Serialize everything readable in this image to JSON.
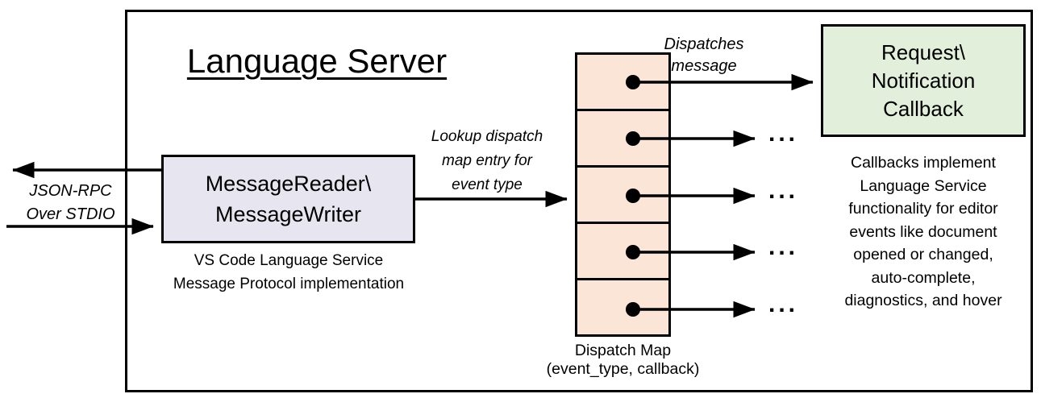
{
  "title": "Language Server",
  "io_label": {
    "lines": [
      "JSON-RPC",
      "Over STDIO"
    ]
  },
  "message_box": {
    "lines": [
      "MessageReader\\",
      "MessageWriter"
    ],
    "caption_lines": [
      "VS Code Language Service",
      "Message Protocol implementation"
    ]
  },
  "lookup_label": {
    "lines": [
      "Lookup dispatch",
      "map entry for",
      "event type"
    ]
  },
  "dispatch_map": {
    "rows": 5,
    "caption_lines": [
      "Dispatch Map",
      "(event_type, callback)"
    ]
  },
  "dispatches_label": {
    "lines": [
      "Dispatches",
      "message"
    ]
  },
  "callback_box": {
    "lines": [
      "Request\\",
      "Notification",
      "Callback"
    ]
  },
  "callbacks_note": {
    "lines": [
      "Callbacks implement",
      "Language Service",
      "functionality for editor",
      "events like document",
      "opened or changed,",
      "auto-complete,",
      "diagnostics, and hover"
    ]
  },
  "ellipsis": "...",
  "colors": {
    "dispatch_fill": "#FBE5D6",
    "message_fill": "#E7E6F0",
    "callback_fill": "#E2EFDA",
    "line": "#000000"
  }
}
